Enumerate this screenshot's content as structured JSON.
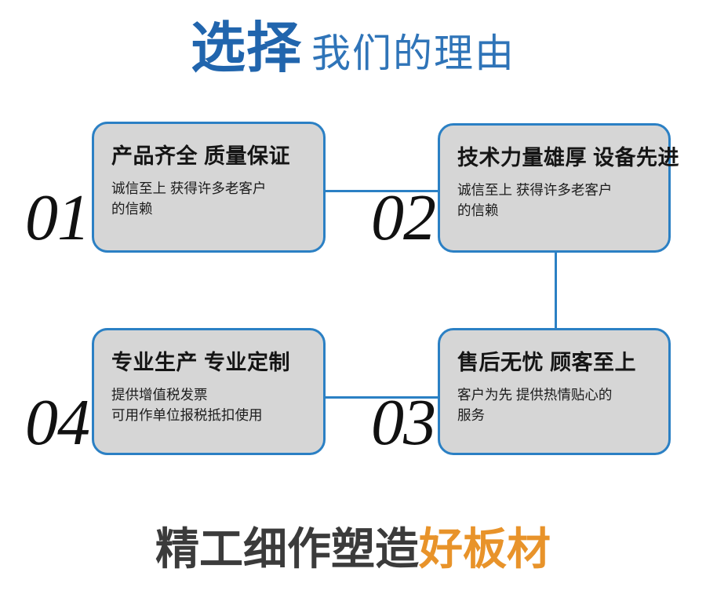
{
  "heading": {
    "strong": "选择",
    "light": "我们的理由",
    "strong_color": "#2165ad",
    "light_color": "#2f74b8"
  },
  "cards": [
    {
      "number": "01",
      "title": "产品齐全 质量保证",
      "body_line1": "诚信至上 获得许多老客户",
      "body_line2": "的信赖"
    },
    {
      "number": "02",
      "title": "技术力量雄厚 设备先进",
      "body_line1": "诚信至上 获得许多老客户",
      "body_line2": "的信赖"
    },
    {
      "number": "03",
      "title": "售后无忧 顾客至上",
      "body_line1": "客户为先 提供热情贴心的",
      "body_line2": "服务"
    },
    {
      "number": "04",
      "title": "专业生产 专业定制",
      "body_line1": "提供增值税发票",
      "body_line2": "可用作单位报税抵扣使用"
    }
  ],
  "footer": {
    "dark": "精工细作塑造",
    "accent": "好板材",
    "dark_color": "#3b3b3b",
    "accent_color": "#e8932a"
  },
  "theme": {
    "card_fill": "#d6d6d6",
    "card_border": "#2b80c4",
    "connector": "#2b80c4",
    "background": "#ffffff"
  }
}
